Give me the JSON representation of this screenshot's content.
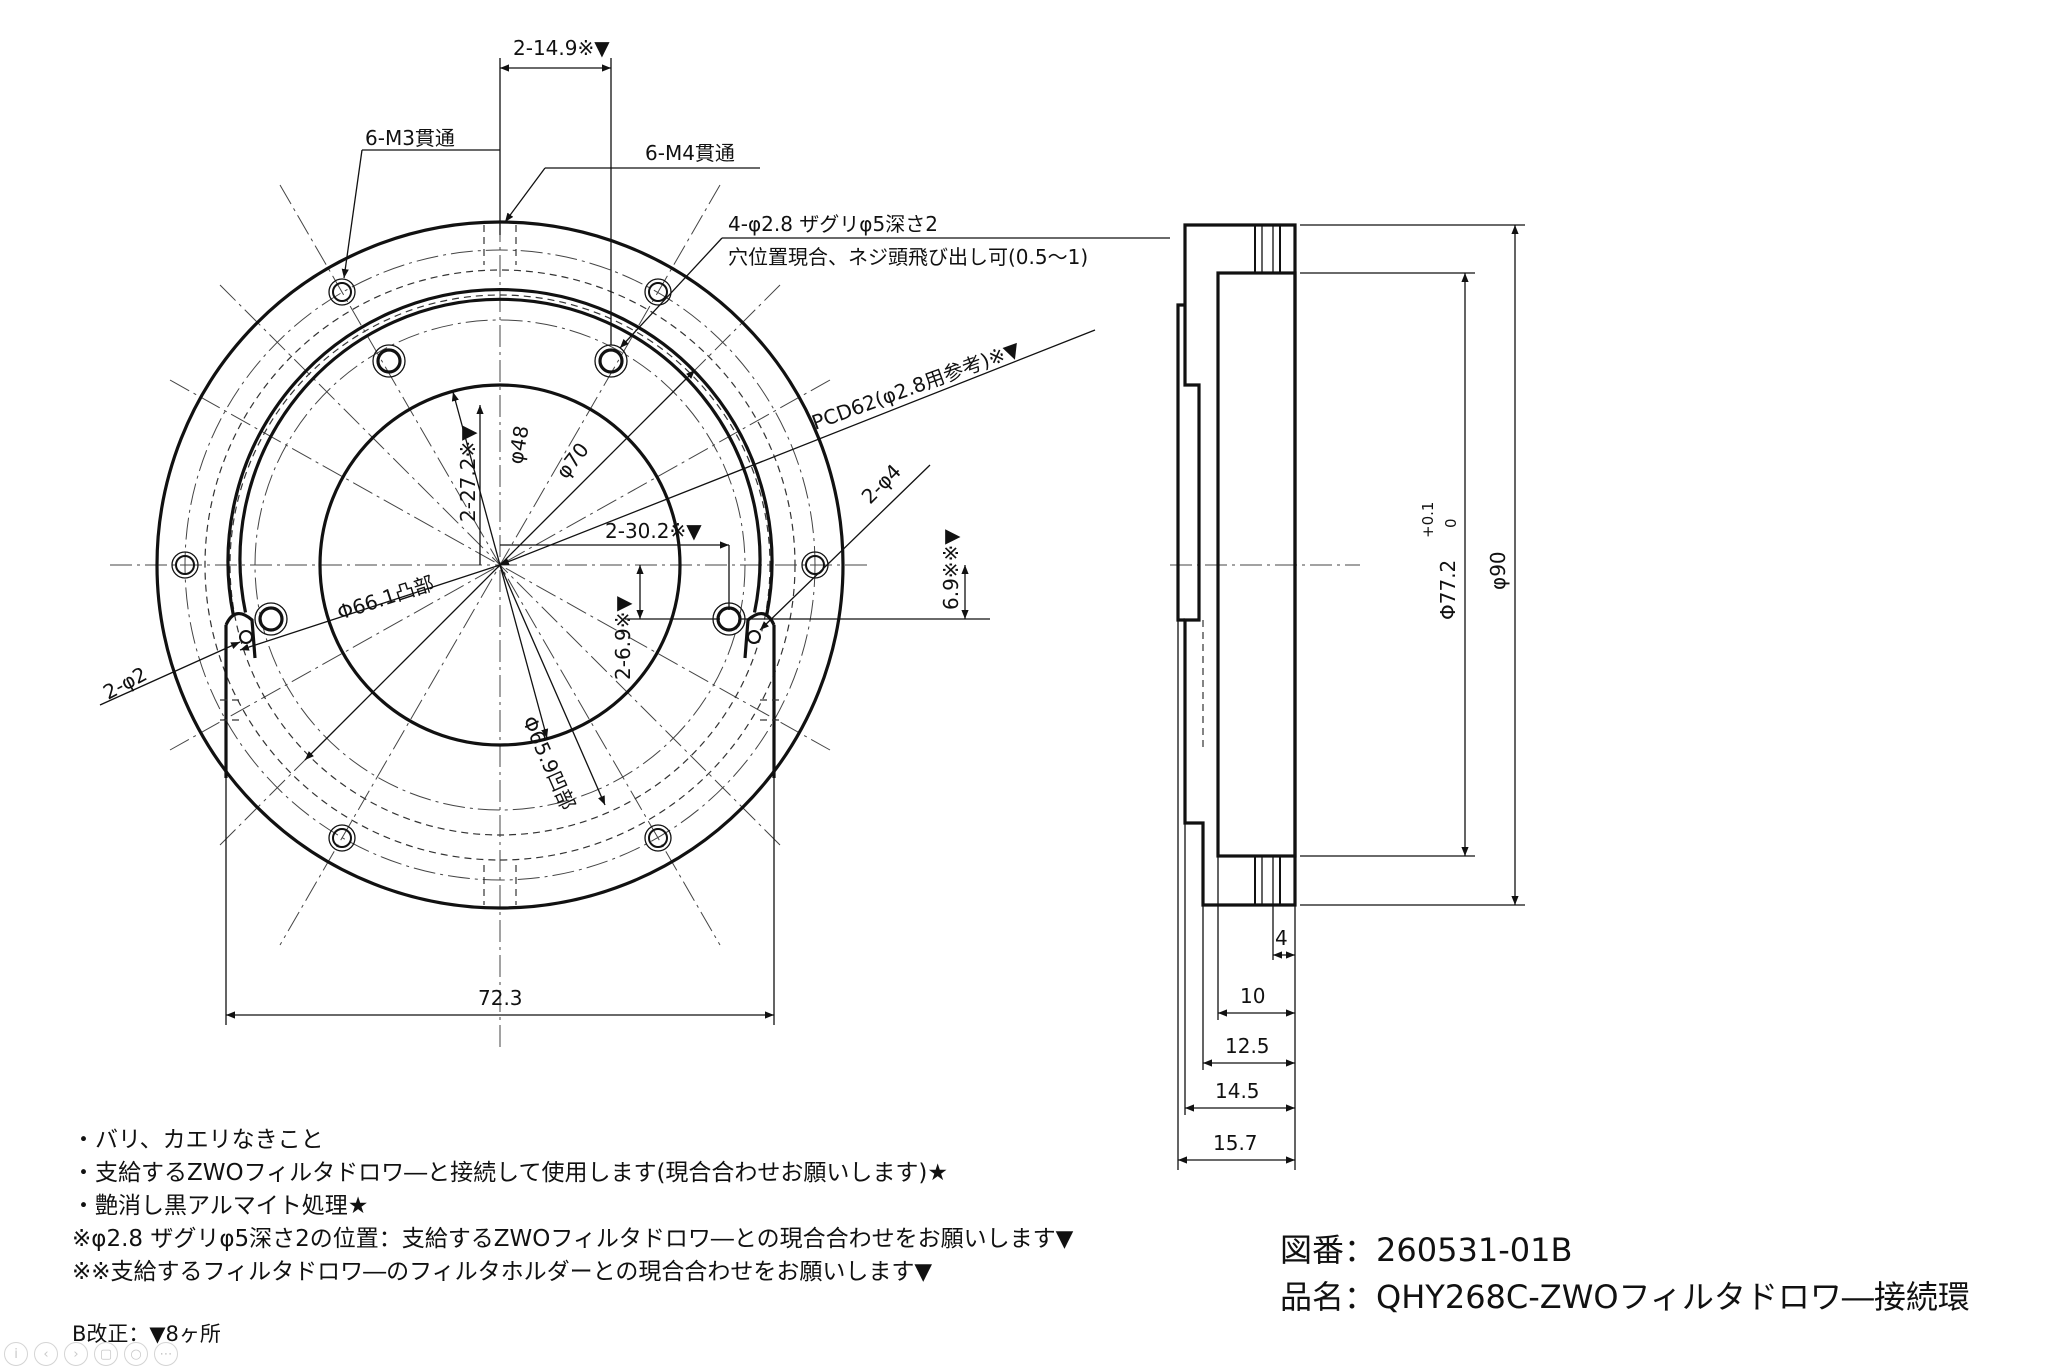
{
  "dimensions": {
    "top_hole_spacing": "2-14.9※▼",
    "m3_thru": "6-M3貫通",
    "m4_thru": "6-M4貫通",
    "counterbore_line1": "4-φ2.8 ザグリφ5深さ2",
    "counterbore_line2": "穴位置現合、ネジ頭飛び出し可(0.5～1)",
    "pcd": "PCD62(φ2.8用参考)※▼",
    "phi70": "φ70",
    "phi48": "φ48",
    "v_27_2": "2-27.2※▼",
    "h_30_2": "2-30.2※▼",
    "phi4": "2-φ4",
    "v_6_9_right": "6.9※※▼",
    "v_6_9_left": "2-6.9※▼",
    "phi66_1": "Φ66.1凸部",
    "phi65_9": "Φ65.9凹部",
    "phi2": "2-φ2",
    "width_72_3": "72.3",
    "phi77_2": "Φ77.2",
    "tol_plus": "+0.1",
    "tol_zero": "0",
    "phi90": "φ90",
    "d4": "4",
    "d10": "10",
    "d12_5": "12.5",
    "d14_5": "14.5",
    "d15_7": "15.7"
  },
  "notes": [
    "・バリ、カエリなきこと",
    "・支給するZWOフィルタドロワ―と接続して使用します(現合合わせお願いします)★",
    "・艶消し黒アルマイト処理★",
    "※φ2.8 ザグリφ5深さ2の位置：支給するZWOフィルタドロワ―との現合合わせをお願いします▼",
    "※※支給するフィルタドロワ―のフィルタホルダーとの現合合わせをお願いします▼"
  ],
  "revision": "B改正：▼8ヶ所",
  "title_block": {
    "drawing_no_label": "図番",
    "drawing_no": "260531-01B",
    "part_name_label": "品名",
    "part_name": "QHY268C-ZWOフィルタドロワ―接続環"
  },
  "toolbar_icons": [
    "info-icon",
    "back-icon",
    "next-icon",
    "copy-icon",
    "search-icon",
    "more-icon"
  ]
}
